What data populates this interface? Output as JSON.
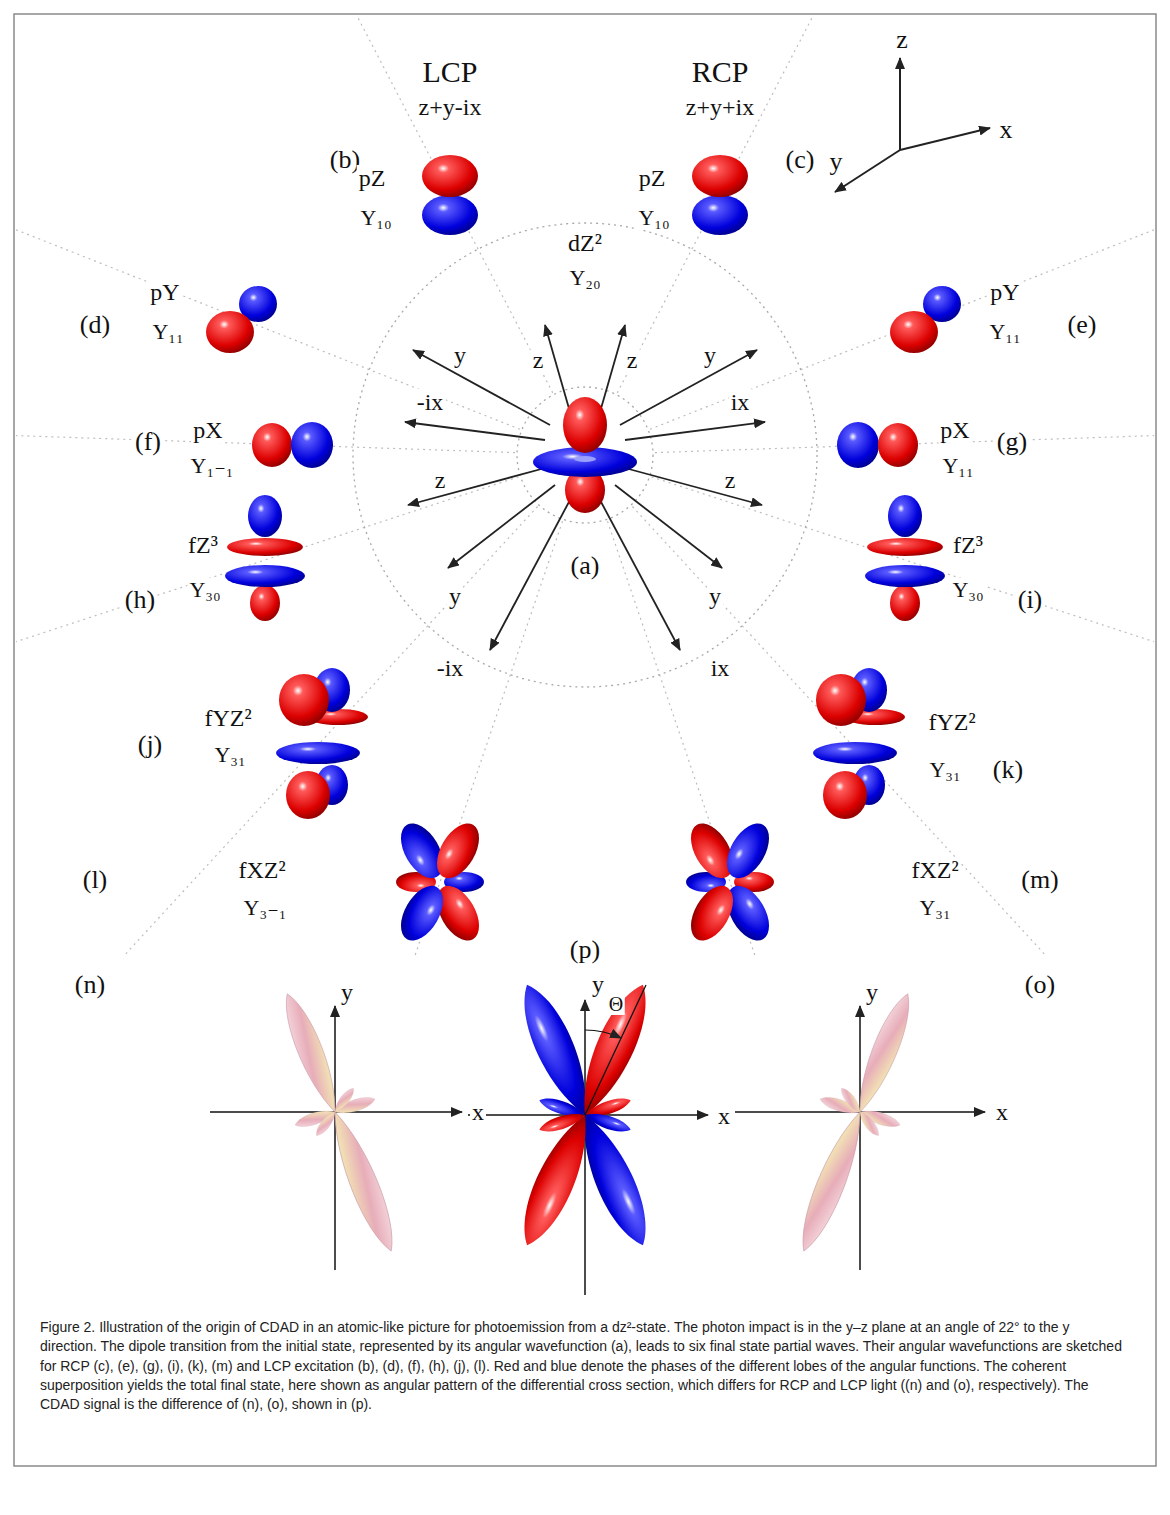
{
  "diagram": {
    "caption": "Figure 2. Illustration of the origin of CDAD in an atomic-like picture for photoemission from a dz²-state. The photon impact is in the y–z plane at an angle of 22° to the y direction. The dipole transition from the initial state, represented by its angular wavefunction (a), leads to six final state partial waves. Their angular wavefunctions are sketched for RCP (c), (e), (g), (i), (k), (m) and LCP excitation (b), (d), (f), (h), (j), (l). Red and blue denote the phases of the different lobes of the angular functions. The coherent superposition yields the total final state, here shown as angular pattern of the differential cross section, which differs for RCP and LCP light ((n) and (o), respectively). The CDAD signal is the difference of (n), (o), shown in (p).",
    "labels": [
      "LCP",
      "z+y-ix",
      "RCP",
      "z+y+ix",
      "(b)",
      "pZ",
      "Y₁₀",
      "(c)",
      "pZ",
      "Y₁₀",
      "dZ²",
      "Y₂₀",
      "(d)",
      "pY",
      "Y₁₁",
      "pY",
      "Y₁₁",
      "(e)",
      "(f)",
      "pX",
      "Y₁₋₁",
      "pX",
      "Y₁₁",
      "(g)",
      "fZ³",
      "Y₃₀",
      "(h)",
      "fZ³",
      "Y₃₀",
      "(i)",
      "fYZ²",
      "Y₃₁",
      "(j)",
      "fYZ²",
      "Y₃₁",
      "(k)",
      "(l)",
      "fXZ²",
      "Y₃₋₁",
      "fXZ²",
      "Y₃₁",
      "(m)",
      "(n)",
      "(p)",
      "(o)",
      "y",
      "x",
      "y",
      "x",
      "Θ",
      "y",
      "x",
      "z",
      "x",
      "y",
      "y",
      "z",
      "-ix",
      "z",
      "y",
      "-ix",
      "z",
      "y",
      "ix",
      "z",
      "y",
      "ix",
      "(a)"
    ]
  }
}
